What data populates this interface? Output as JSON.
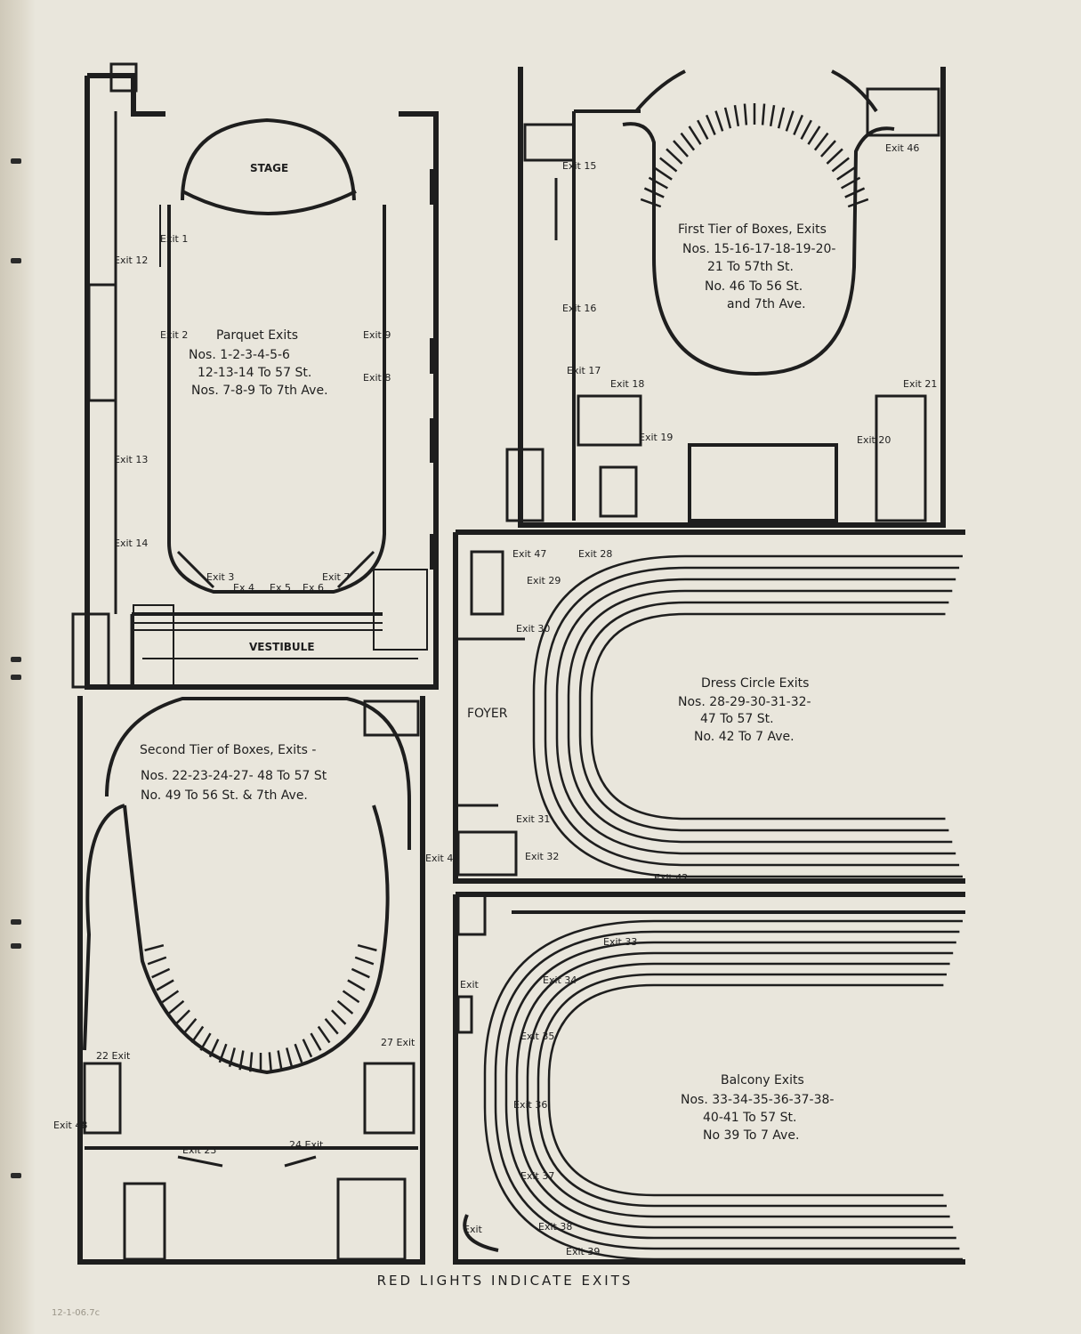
{
  "plans": {
    "parquet": {
      "stage": "STAGE",
      "vestibule": "VESTIBULE",
      "title": "Parquet Exits",
      "lines": [
        "Nos. 1-2-3-4-5-6",
        "12-13-14 To 57 St.",
        "Nos. 7-8-9 To 7th Ave."
      ],
      "exits": {
        "e1": "Exit 1",
        "e2": "Exit 2",
        "e3": "Exit 3",
        "e4": "Ex 4",
        "e5": "Ex 5",
        "e6": "Ex 6",
        "e7": "Exit 7",
        "e8": "Exit 8",
        "e9": "Exit 9",
        "e12": "Exit 12",
        "e13": "Exit 13",
        "e14": "Exit 14"
      }
    },
    "first_tier": {
      "title": "First Tier of Boxes, Exits",
      "lines": [
        "Nos. 15-16-17-18-19-20-",
        "21 To 57th St.",
        "No. 46 To 56 St.",
        "and 7th Ave."
      ],
      "exits": {
        "e15": "Exit 15",
        "e16": "Exit 16",
        "e17": "Exit 17",
        "e18": "Exit 18",
        "e19": "Exit 19",
        "e20": "Exit 20",
        "e21": "Exit 21",
        "e46": "Exit 46"
      }
    },
    "second_tier": {
      "title": "Second Tier of Boxes, Exits -",
      "lines": [
        "Nos. 22-23-24-27- 48 To 57 St",
        "No. 49 To 56 St. & 7th Ave."
      ],
      "exits": {
        "e22": "22 Exit",
        "e23": "Exit 23",
        "e24": "24 Exit",
        "e27": "27 Exit",
        "e48": "Exit 48",
        "e49": "Exit 49"
      }
    },
    "dress_circle": {
      "foyer": "FOYER",
      "title": "Dress Circle Exits",
      "lines": [
        "Nos. 28-29-30-31-32-",
        "47 To 57 St.",
        "No. 42 To 7 Ave."
      ],
      "exits": {
        "e28": "Exit 28",
        "e29": "Exit 29",
        "e30": "Exit 30",
        "e31": "Exit 31",
        "e32": "Exit 32",
        "e42": "Exit 42",
        "e47": "Exit 47"
      }
    },
    "balcony": {
      "title": "Balcony Exits",
      "lines": [
        "Nos. 33-34-35-36-37-38-",
        "40-41 To 57 St.",
        "No 39 To 7 Ave."
      ],
      "exits": {
        "e33": "Exit 33",
        "e34": "Exit 34",
        "e35": "Exit 35",
        "e36": "Exit 36",
        "e37": "Exit 37",
        "e38": "Exit 38",
        "e39": "Exit 39",
        "eA": "Exit",
        "eB": "Exit"
      }
    }
  },
  "footer": "RED LIGHTS INDICATE EXITS",
  "margin_note": "12-1-06.7c",
  "colors": {
    "paper": "#e9e6dc",
    "ink": "#1e1e1e"
  }
}
